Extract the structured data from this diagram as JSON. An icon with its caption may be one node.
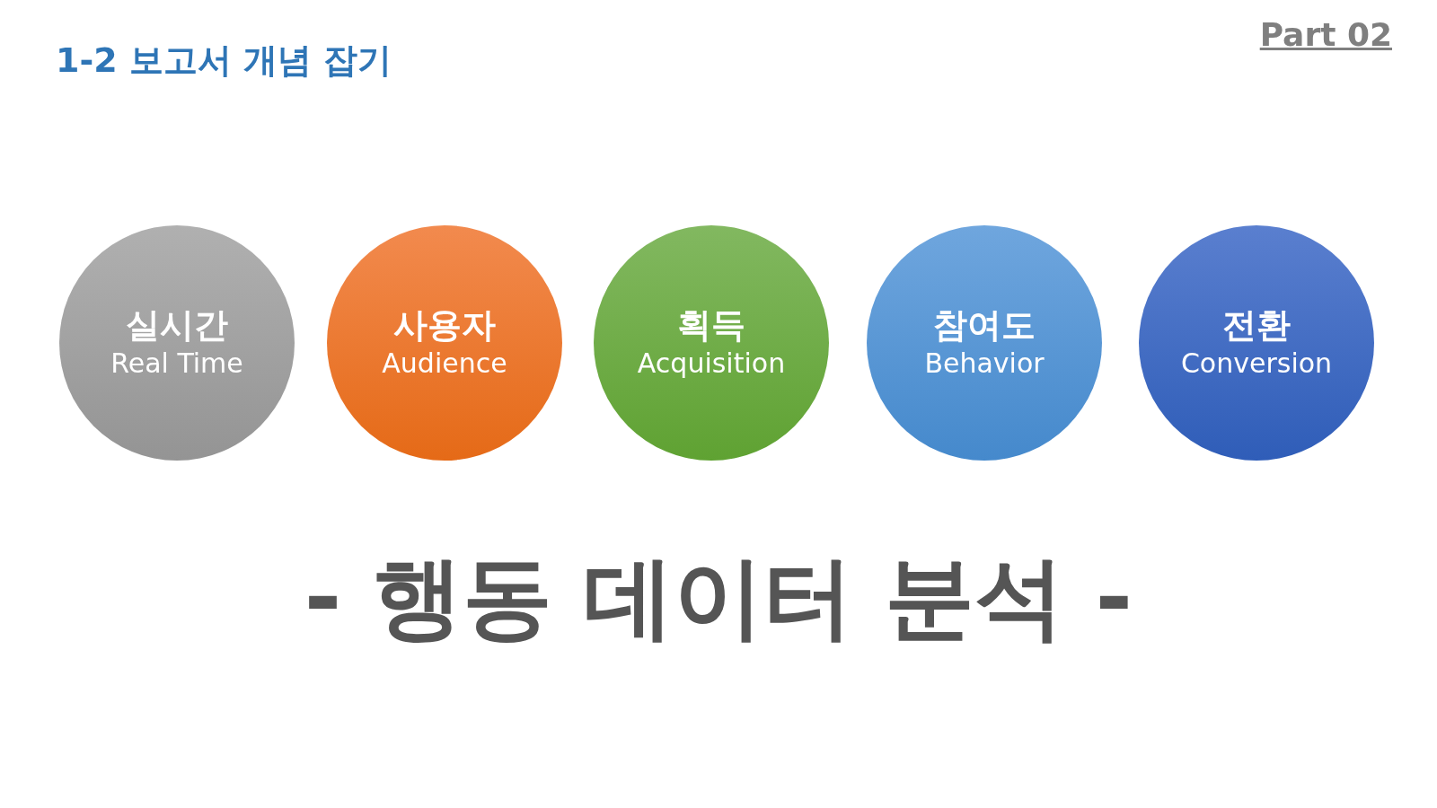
{
  "diagram": {
    "title": "1-2 보고서 개념 잡기",
    "nodes": [
      {
        "text": [
          "실시간",
          "Real Time"
        ]
      },
      {
        "text": [
          "사용자",
          "Audience"
        ]
      },
      {
        "text": [
          "획득",
          "Acquisition"
        ]
      },
      {
        "text": [
          "참여도",
          "Behavior"
        ]
      },
      {
        "text": [
          "전환",
          "Conversion"
        ]
      }
    ],
    "labels": [
      "Part 02",
      "- 행동 데이터 분석 -"
    ]
  }
}
